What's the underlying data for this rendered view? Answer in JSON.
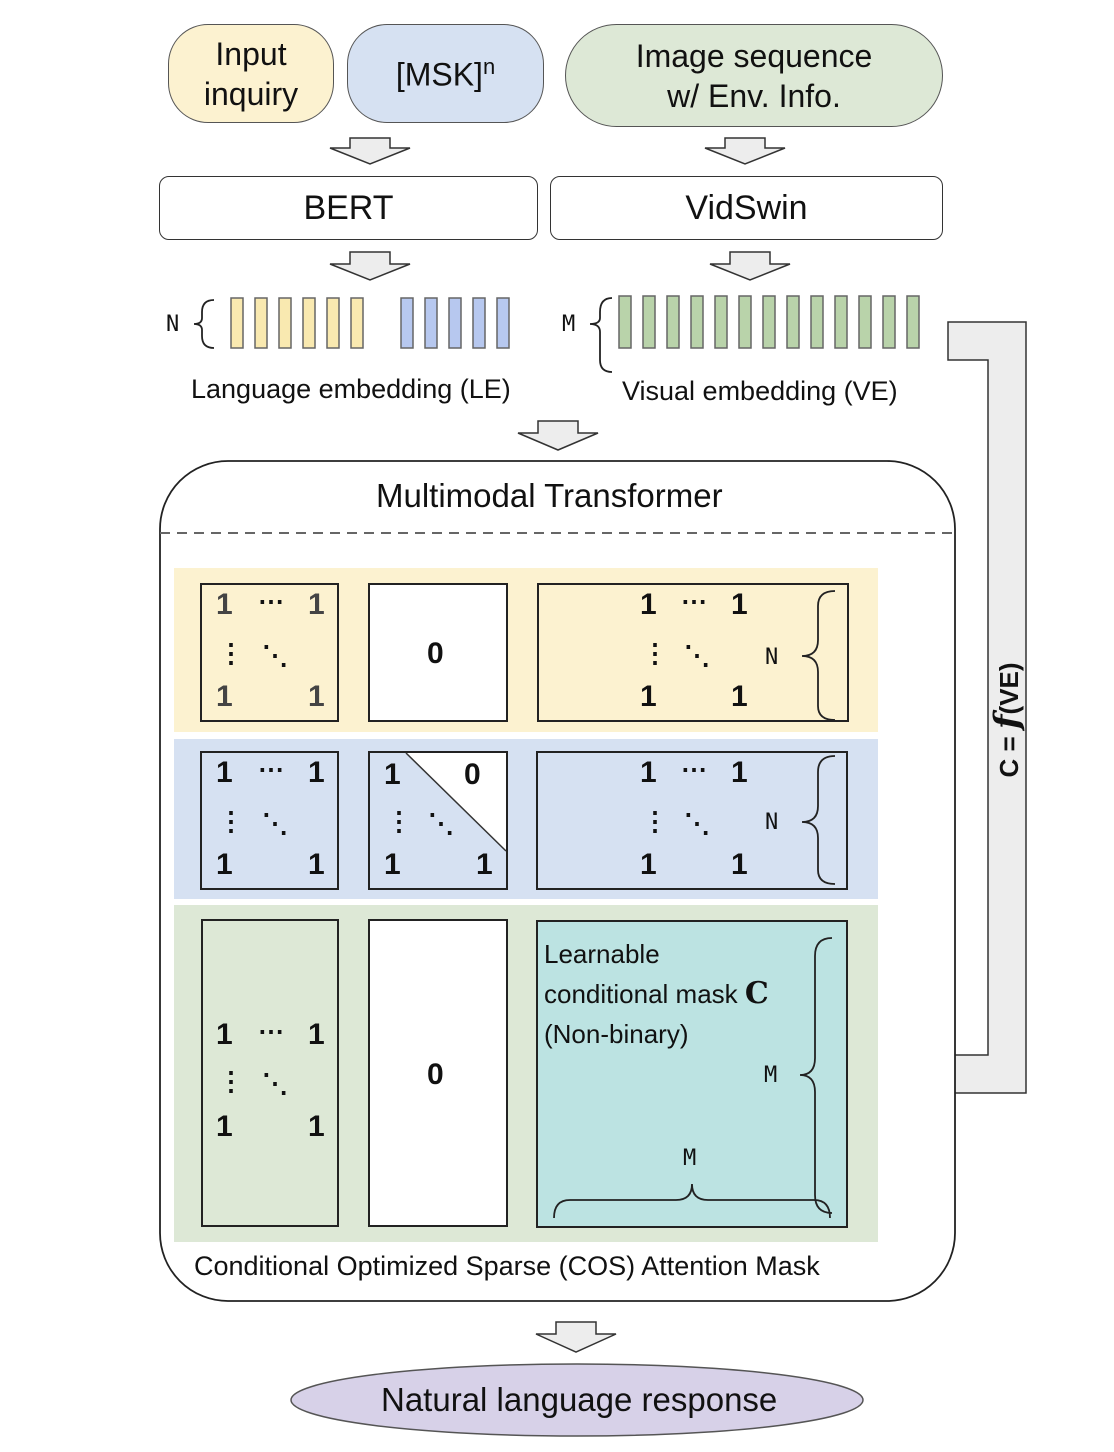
{
  "inputs": {
    "inquiry": "Input\ninquiry",
    "mask": "[MSK]",
    "mask_sup": "n",
    "image_seq": "Image sequence\nw/ Env. Info."
  },
  "encoders": {
    "bert": "BERT",
    "vidswin": "VidSwin"
  },
  "embeddings": {
    "n_label": "N",
    "m_label": "M",
    "language_caption": "Language embedding (LE)",
    "visual_caption": "Visual embedding (VE)"
  },
  "transformer": {
    "title": "Multimodal Transformer",
    "mask_caption": "Conditional Optimized Sparse (COS) Attention Mask",
    "one": "1",
    "zero": "0",
    "hdots": "⋯",
    "vdots": "⋮",
    "ddots": "⋱",
    "n_label": "N",
    "m_label": "M",
    "learnable_line1": "Learnable",
    "learnable_line2": "conditional mask",
    "learnable_symbol": "C",
    "learnable_line3": "(Non-binary)"
  },
  "side_label": {
    "prefix": "C = ",
    "fn": "f",
    "suffix": "(VE)"
  },
  "output": "Natural language response",
  "colors": {
    "yellow": "#fcf2d0",
    "yellow_strong": "#f9e9b0",
    "blue": "#d6e1f2",
    "blue_strong": "#b7c8ef",
    "green": "#dde8d6",
    "green_strong": "#b9d3aa",
    "teal": "#bce3e2",
    "purple": "#d7d1e8",
    "arrow": "#ededed"
  }
}
